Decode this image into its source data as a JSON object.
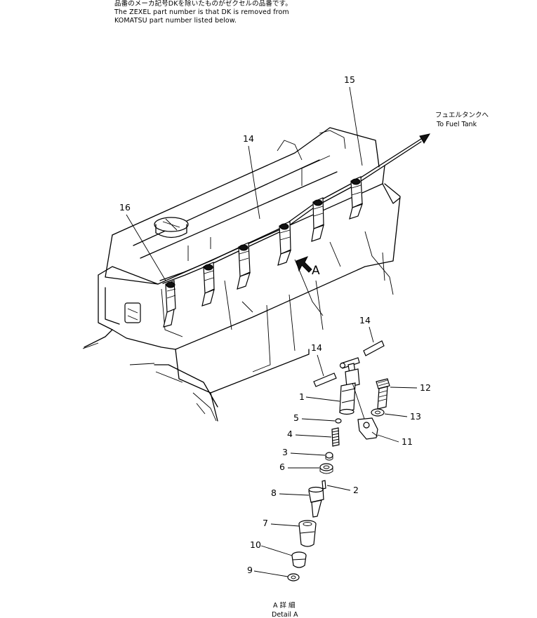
{
  "notes": {
    "line_jp": "品番のメーカ記号DKを除いたものがゼクセルの品番です。",
    "line_en1": "The ZEXEL part number is that DK is removed from",
    "line_en2": "KOMATSU part number listed below."
  },
  "fuel_tank": {
    "jp": "フュエルタンクへ",
    "en": "To Fuel Tank"
  },
  "view_marker": "A",
  "callouts": {
    "c15": "15",
    "c14_top": "14",
    "c16": "16",
    "c14_a": "14",
    "c14_b": "14",
    "c1": "1",
    "c12": "12",
    "c13": "13",
    "c5": "5",
    "c11": "11",
    "c4": "4",
    "c3": "3",
    "c6": "6",
    "c2": "2",
    "c8": "8",
    "c7": "7",
    "c10": "10",
    "c9": "9"
  },
  "detail": {
    "jp": "A 詳 細",
    "en": "Detail A"
  }
}
